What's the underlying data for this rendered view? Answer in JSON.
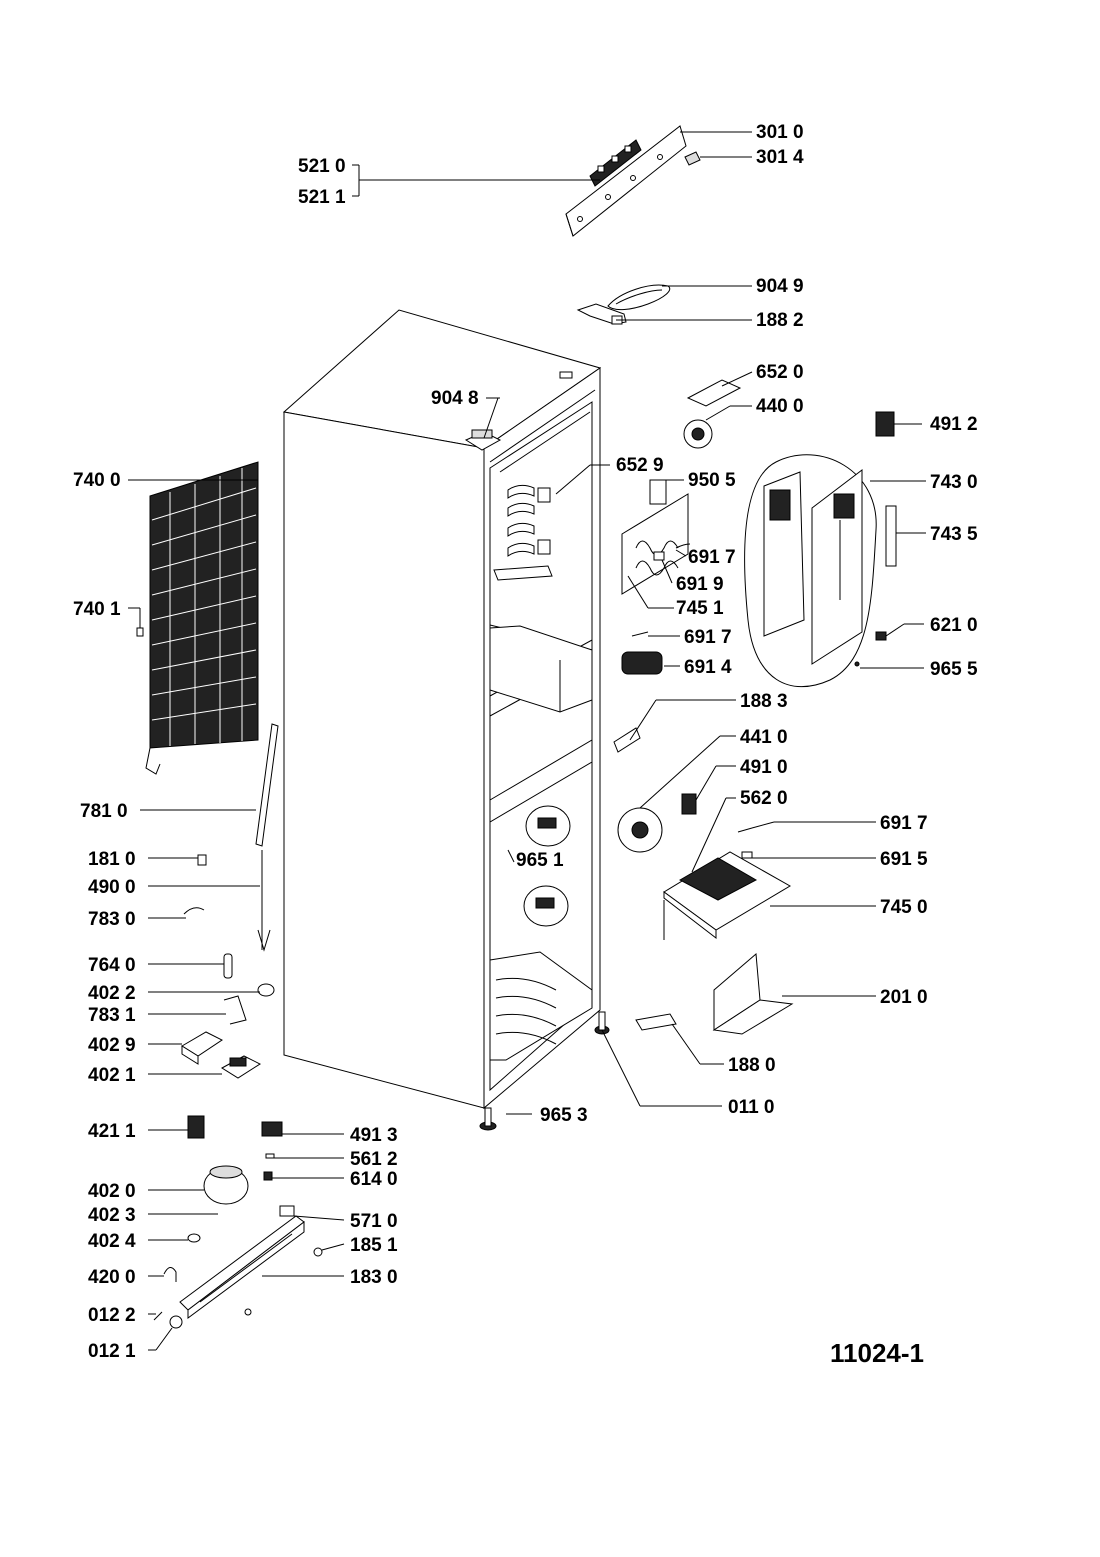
{
  "figure_number": "11024-1",
  "callouts": [
    {
      "id": "c-3010",
      "label": "301 0"
    },
    {
      "id": "c-3014",
      "label": "301 4"
    },
    {
      "id": "c-5210",
      "label": "521 0"
    },
    {
      "id": "c-5211",
      "label": "521 1"
    },
    {
      "id": "c-9049",
      "label": "904 9"
    },
    {
      "id": "c-1882",
      "label": "188 2"
    },
    {
      "id": "c-6520",
      "label": "652 0"
    },
    {
      "id": "c-4400",
      "label": "440 0"
    },
    {
      "id": "c-9048",
      "label": "904 8"
    },
    {
      "id": "c-4912",
      "label": "491 2"
    },
    {
      "id": "c-7400",
      "label": "740 0"
    },
    {
      "id": "c-6529",
      "label": "652 9"
    },
    {
      "id": "c-9505",
      "label": "950 5"
    },
    {
      "id": "c-7430",
      "label": "743 0"
    },
    {
      "id": "c-7435",
      "label": "743 5"
    },
    {
      "id": "c-6917a",
      "label": "691 7"
    },
    {
      "id": "c-6919",
      "label": "691 9"
    },
    {
      "id": "c-7401",
      "label": "740 1"
    },
    {
      "id": "c-7451",
      "label": "745 1"
    },
    {
      "id": "c-6917b",
      "label": "691 7"
    },
    {
      "id": "c-6210",
      "label": "621 0"
    },
    {
      "id": "c-6914",
      "label": "691 4"
    },
    {
      "id": "c-9655",
      "label": "965 5"
    },
    {
      "id": "c-1883",
      "label": "188 3"
    },
    {
      "id": "c-4410",
      "label": "441 0"
    },
    {
      "id": "c-4910",
      "label": "491 0"
    },
    {
      "id": "c-5620",
      "label": "562 0"
    },
    {
      "id": "c-7810",
      "label": "781 0"
    },
    {
      "id": "c-6917c",
      "label": "691 7"
    },
    {
      "id": "c-1810",
      "label": "181 0"
    },
    {
      "id": "c-9651",
      "label": "965 1"
    },
    {
      "id": "c-6915",
      "label": "691 5"
    },
    {
      "id": "c-4900",
      "label": "490 0"
    },
    {
      "id": "c-7450",
      "label": "745 0"
    },
    {
      "id": "c-7830",
      "label": "783 0"
    },
    {
      "id": "c-7640",
      "label": "764 0"
    },
    {
      "id": "c-4022",
      "label": "402 2"
    },
    {
      "id": "c-2010",
      "label": "201 0"
    },
    {
      "id": "c-7831",
      "label": "783 1"
    },
    {
      "id": "c-4029",
      "label": "402 9"
    },
    {
      "id": "c-1880",
      "label": "188 0"
    },
    {
      "id": "c-4021",
      "label": "402 1"
    },
    {
      "id": "c-0110",
      "label": "011 0"
    },
    {
      "id": "c-9653",
      "label": "965 3"
    },
    {
      "id": "c-4211",
      "label": "421 1"
    },
    {
      "id": "c-4913",
      "label": "491 3"
    },
    {
      "id": "c-5612",
      "label": "561 2"
    },
    {
      "id": "c-6140",
      "label": "614 0"
    },
    {
      "id": "c-4020",
      "label": "402 0"
    },
    {
      "id": "c-4023",
      "label": "402 3"
    },
    {
      "id": "c-5710",
      "label": "571 0"
    },
    {
      "id": "c-4024",
      "label": "402 4"
    },
    {
      "id": "c-1851",
      "label": "185 1"
    },
    {
      "id": "c-4200",
      "label": "420 0"
    },
    {
      "id": "c-1830",
      "label": "183 0"
    },
    {
      "id": "c-0122",
      "label": "012 2"
    },
    {
      "id": "c-0121",
      "label": "012 1"
    }
  ]
}
